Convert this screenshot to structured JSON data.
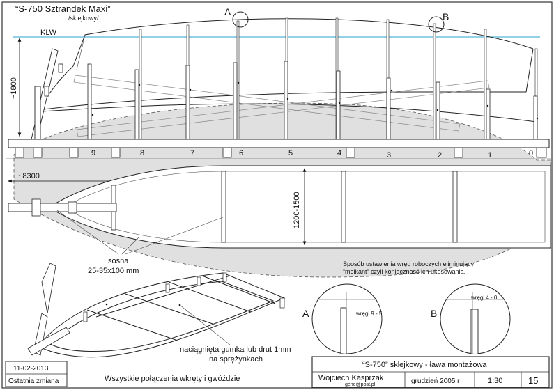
{
  "title": {
    "main": "“S-750 Sztrandek Maxi”",
    "sub": "/sklejkowy/"
  },
  "labels": {
    "klw": "KLW",
    "detail_a": "A",
    "detail_b": "B",
    "height_dim": "~1800",
    "length_dim": "~8300",
    "width_dim": "1200-1500",
    "frames": [
      "9",
      "8",
      "7",
      "6",
      "5",
      "4",
      "3",
      "2",
      "1",
      "0"
    ]
  },
  "notes": {
    "pine_1": "sosna",
    "pine_2": "25-35x100 mm",
    "rubber_1": "naciągnięta gumka lub drut 1mm",
    "rubber_2": "na sprężynkach",
    "method_1": "Sposób ustawienia wręg roboczych eliminujący",
    "method_2": "“melkant” czyli konieczność ich ukosowania.",
    "frames_a": "wręgi 9 - 5",
    "frames_b": "wręgi 4 - 0",
    "joints": "Wszystkie połączenia wkręty i gwóździe"
  },
  "titleblock": {
    "date_changed": "11-02-2013",
    "last_change": "Ostatnia zmiana",
    "drawing_title": "“S-750” sklejkowy  - ława montażowa",
    "author": "Wojciech Kasprzak",
    "email": "gene@post.pl",
    "date": "grudzień  2005 r",
    "scale": "1:30",
    "sheet": "15"
  }
}
